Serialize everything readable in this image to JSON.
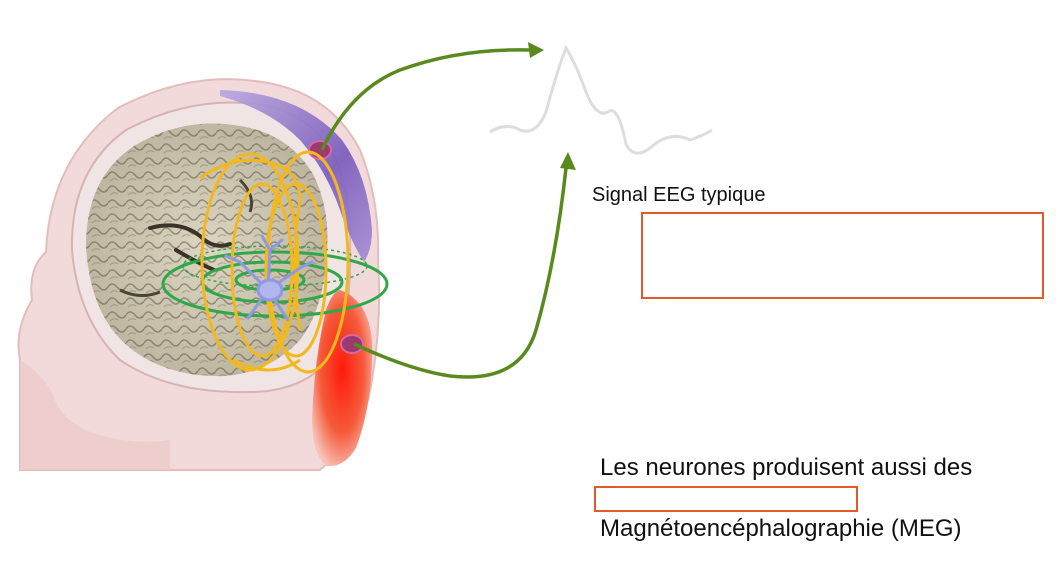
{
  "eeg": {
    "signal_label": "Signal EEG typique"
  },
  "meg": {
    "line1": "Les neurones produisent aussi des",
    "line2": "Magnétoencéphalographie (MEG)"
  },
  "colors": {
    "arrow": "#5a8a1e",
    "field_lines": "#f2b81d",
    "magnetic_rings": "#2fa84a",
    "answer_box": "#e05a2a",
    "electric_potential_negative": "#8a6cc2",
    "electric_potential_positive": "#ee2a1a",
    "neuron": "#9aa2e6",
    "signal_trace": "#dddddd",
    "head": "#f1d6d6"
  }
}
